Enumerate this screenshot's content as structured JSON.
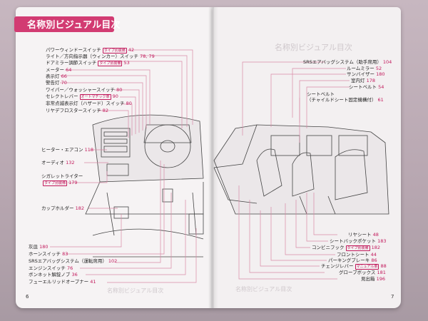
{
  "header": {
    "title": "名称別ビジュアル目次"
  },
  "page_numbers": {
    "left": "6",
    "right": "7"
  },
  "left_labels": [
    {
      "text": "パワーウィンドースイッチ",
      "tag": "タイプ別装備",
      "page": "42"
    },
    {
      "text": "ライト／方向指示器（ウィンカー）スイッチ",
      "tag": "",
      "page": "78, 79"
    },
    {
      "text": "ドアミラー調節スイッチ",
      "tag": "タイプ別装備",
      "page": "53"
    },
    {
      "text": "メーター",
      "tag": "",
      "page": "64"
    },
    {
      "text": "表示灯",
      "tag": "",
      "page": "66"
    },
    {
      "text": "警告灯",
      "tag": "",
      "page": "70"
    },
    {
      "text": "ワイパー／ウォッシャースイッチ",
      "tag": "",
      "page": "80"
    },
    {
      "text": "セレクトレバー",
      "tag": "オートマチック車",
      "page": "90"
    },
    {
      "text": "非常点滅表示灯（ハザード）スイッチ",
      "tag": "",
      "page": "80"
    },
    {
      "text": "リヤデフロスタースイッチ",
      "tag": "",
      "page": "82"
    },
    {
      "text": "ヒーター・エアコン",
      "tag": "",
      "page": "118"
    },
    {
      "text": "オーディオ",
      "tag": "",
      "page": "132"
    },
    {
      "text": "シガレットライター",
      "tag": "",
      "page": ""
    },
    {
      "text": "",
      "tag": "タイプ別装備",
      "page": "179"
    },
    {
      "text": "カップホルダー",
      "tag": "",
      "page": "182"
    },
    {
      "text": "灰皿",
      "tag": "",
      "page": "180"
    },
    {
      "text": "ホーンスイッチ",
      "tag": "",
      "page": "83"
    },
    {
      "text": "SRSエアバッグシステム（運転席用）",
      "tag": "",
      "page": "102"
    },
    {
      "text": "エンジンスイッチ",
      "tag": "",
      "page": "76"
    },
    {
      "text": "ボンネット解錠ノブ",
      "tag": "",
      "page": "36"
    },
    {
      "text": "フューエルリッドオープナー",
      "tag": "",
      "page": "41"
    }
  ],
  "right_labels": [
    {
      "text": "SRSエアバッグシステム（助手席用）",
      "tag": "",
      "page": "104"
    },
    {
      "text": "ルームミラー",
      "tag": "",
      "page": "52"
    },
    {
      "text": "サンバイザー",
      "tag": "",
      "page": "180"
    },
    {
      "text": "室内灯",
      "tag": "",
      "page": "178"
    },
    {
      "text": "シートベルト",
      "tag": "",
      "page": "54"
    },
    {
      "text": "シートベルト",
      "tag": "",
      "page": ""
    },
    {
      "text": "（チャイルドシート固定機構付）",
      "tag": "",
      "page": "61"
    },
    {
      "text": "リヤシート",
      "tag": "",
      "page": "48"
    },
    {
      "text": "シートバックポケット",
      "tag": "",
      "page": "183"
    },
    {
      "text": "コンビニフック",
      "tag": "タイプ別装備",
      "page": "182"
    },
    {
      "text": "フロントシート",
      "tag": "",
      "page": "44"
    },
    {
      "text": "パーキングブレーキ",
      "tag": "",
      "page": "86"
    },
    {
      "text": "チェンジレバー",
      "tag": "マニュアル車",
      "page": "88"
    },
    {
      "text": "グローブボックス",
      "tag": "",
      "page": "181"
    },
    {
      "text": "見出箱",
      "tag": "",
      "page": "196"
    }
  ],
  "ghost_text": {
    "right_title": "名称別ビジュアル目次",
    "left_footer": "名称別ビジュアル目次",
    "right_footer": "名称別ビジュアル目次"
  },
  "colors": {
    "accent": "#d23b72",
    "page_ref": "#c2185b",
    "leader": "#d98aa6"
  }
}
